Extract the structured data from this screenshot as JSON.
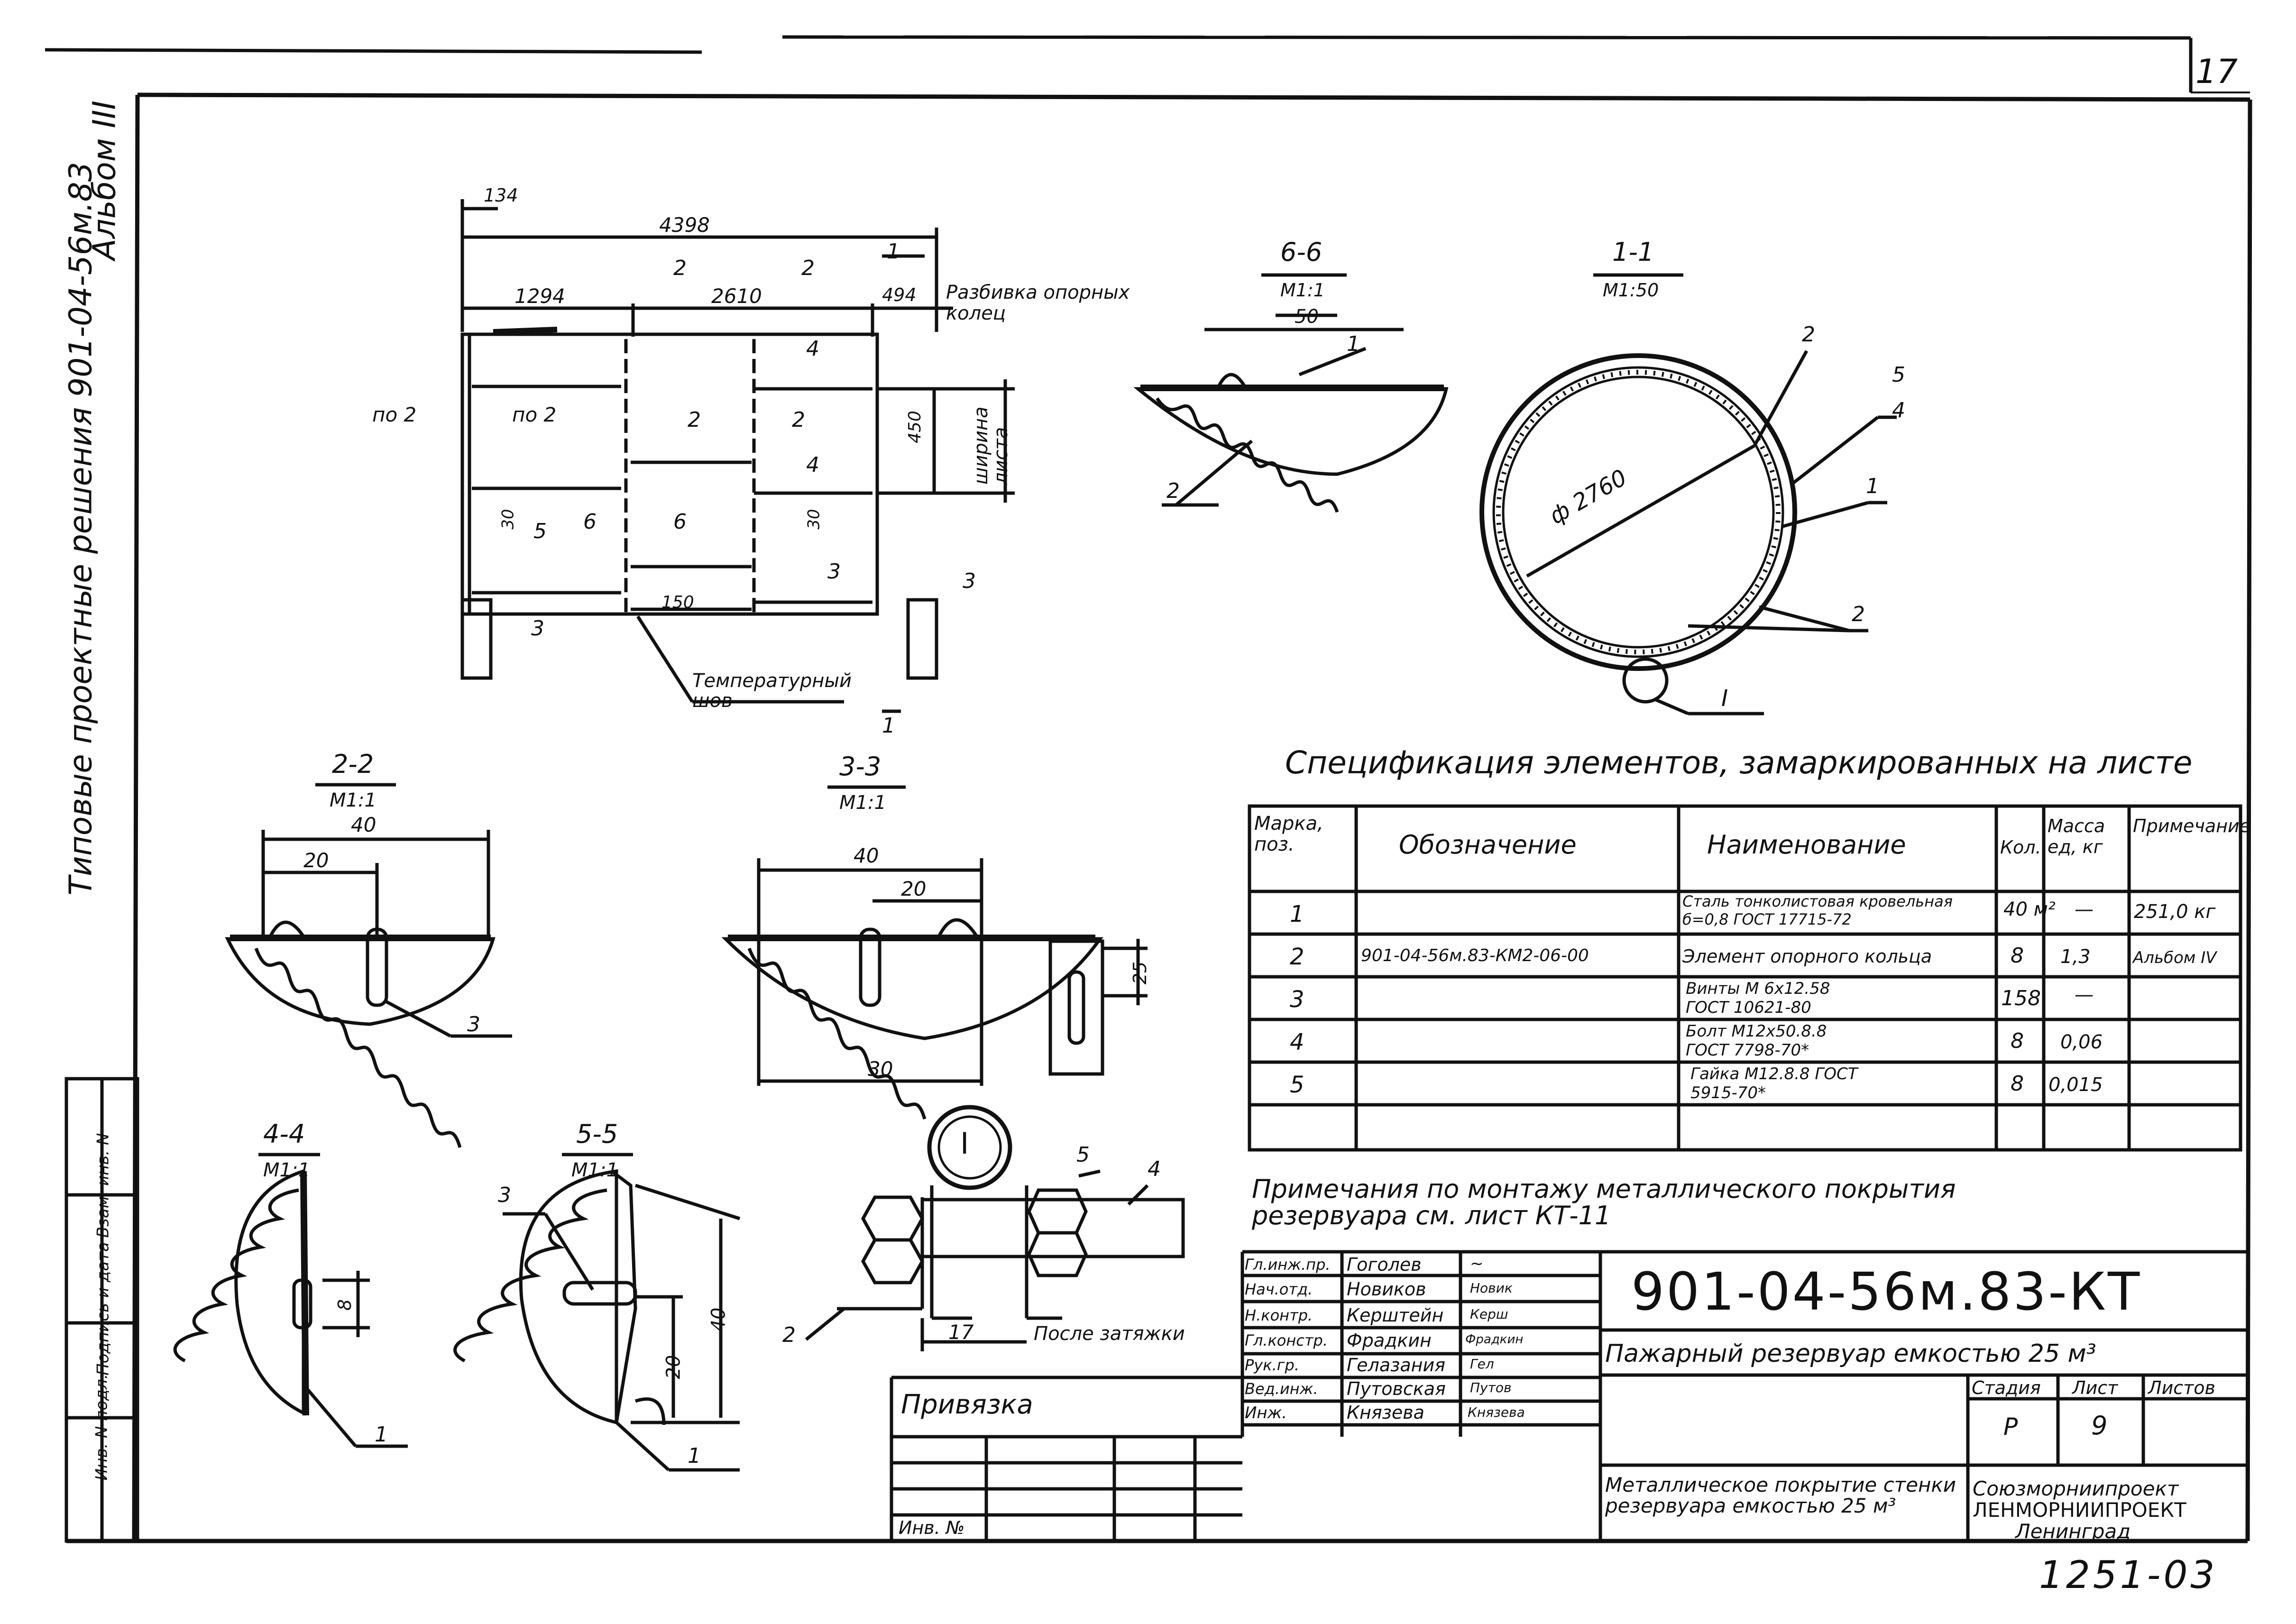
{
  "sheet_number": "17",
  "left_margin": {
    "series_text": "Типовые проектные решения 901-04-56м.83",
    "album": "Альбом III",
    "stamp": [
      "Инв. N подл.",
      "Подпись и дата",
      "Взам. инв. N"
    ]
  },
  "plan_view": {
    "dims": {
      "overall": "4398",
      "left_offset": "134",
      "seg1": "1294",
      "seg2": "2610",
      "seg3": "494",
      "width_450": "450",
      "dim_150": "150",
      "dim_30a": "30",
      "dim_30b": "30"
    },
    "labels": {
      "po2_left": "по 2",
      "po2_inner": "по 2",
      "sec2a": "2",
      "sec2b": "2",
      "sec1": "1",
      "sec4a": "4",
      "sec4b": "4",
      "sec2c": "2",
      "sec2d": "2",
      "sec6a": "6",
      "sec6b": "6",
      "sec5": "5",
      "sec3a": "3",
      "sec3b": "3",
      "sec3c": "3",
      "sec1b": "1"
    },
    "note_ring": "Разбивка опорных колец",
    "note_width": "ширина листа",
    "note_temp": "Температурный шов"
  },
  "section_6_6": {
    "title": "6-6",
    "scale": "М1:1",
    "dim": "50",
    "pos1": "1",
    "pos2": "2"
  },
  "section_1_1": {
    "title": "1-1",
    "scale": "М1:50",
    "diameter": "ф 2760",
    "pos2a": "2",
    "pos5": "5",
    "pos4": "4",
    "pos1": "1",
    "pos2b": "2",
    "node": "I"
  },
  "section_2_2": {
    "title": "2-2",
    "scale": "М1:1",
    "dim40": "40",
    "dim20": "20",
    "pos3": "3"
  },
  "section_3_3": {
    "title": "3-3",
    "scale": "М1:1",
    "dim40": "40",
    "dim20": "20",
    "dim25": "25",
    "dim30": "30"
  },
  "section_4_4": {
    "title": "4-4",
    "scale": "М1:1",
    "dim8": "8",
    "pos1": "1"
  },
  "section_5_5": {
    "title": "5-5",
    "scale": "М1:1",
    "pos3": "3",
    "dim40": "40",
    "dim20": "20",
    "pos1": "1"
  },
  "node_I": {
    "title": "I",
    "pos5": "5",
    "pos4": "4",
    "pos2": "2",
    "dim17": "17",
    "note": "После затяжки"
  },
  "spec": {
    "title": "Спецификация элементов, замаркированных на листе",
    "headers": [
      "Марка, поз.",
      "Обозначение",
      "Наименование",
      "Кол.",
      "Масса ед, кг",
      "Примечание"
    ],
    "rows": [
      [
        "1",
        "",
        "Сталь тонколистовая кровельная б=0,8 ГОСТ 17715-72",
        "40 м²",
        "—",
        "251,0 кг"
      ],
      [
        "2",
        "901-04-56м.83-КМ2-06-00",
        "Элемент опорного кольца",
        "8",
        "1,3",
        "Альбом IV"
      ],
      [
        "3",
        "",
        "Винты М 6х12.58 ГОСТ 10621-80",
        "158",
        "—",
        ""
      ],
      [
        "4",
        "",
        "Болт М12х50.8.8 ГОСТ 7798-70*",
        "8",
        "0,06",
        ""
      ],
      [
        "5",
        "",
        "Гайка М12.8.8 ГОСТ 5915-70*",
        "8",
        "0,015",
        ""
      ],
      [
        "",
        "",
        "",
        "",
        "",
        ""
      ]
    ]
  },
  "notes": "Примечания по монтажу металлического покрытия резервуара см. лист КТ-11",
  "title_block": {
    "code": "901-04-56м.83-КТ",
    "project": "Пажарный резервуар емкостью 25 м³",
    "sheet_title": "Металлическое покрытие стенки резервуара емкостью 25 м³",
    "org1": "Союзморниипроект",
    "org2": "ЛЕНМОРНИИПРОЕКТ",
    "city": "Ленинград",
    "stage_label": "Стадия",
    "sheet_label": "Лист",
    "sheets_label": "Листов",
    "stage": "Р",
    "sheet": "9",
    "privyazka": "Привязка",
    "inv_no": "Инв. №",
    "signatures": [
      {
        "role": "Гл.инж.пр.",
        "name": "Гоголев",
        "sign": "~"
      },
      {
        "role": "Нач.отд.",
        "name": "Новиков",
        "sign": "Новик"
      },
      {
        "role": "Н.контр.",
        "name": "Керштейн",
        "sign": "Керш"
      },
      {
        "role": "Гл.констр.",
        "name": "Фрадкин",
        "sign": "Фрадкин"
      },
      {
        "role": "Рук.гр.",
        "name": "Гелазания",
        "sign": "Гел"
      },
      {
        "role": "Вед.инж.",
        "name": "Путовская",
        "sign": "Путов"
      },
      {
        "role": "Инж.",
        "name": "Князева",
        "sign": "Князева"
      }
    ]
  },
  "bottom_code": "1251-03"
}
